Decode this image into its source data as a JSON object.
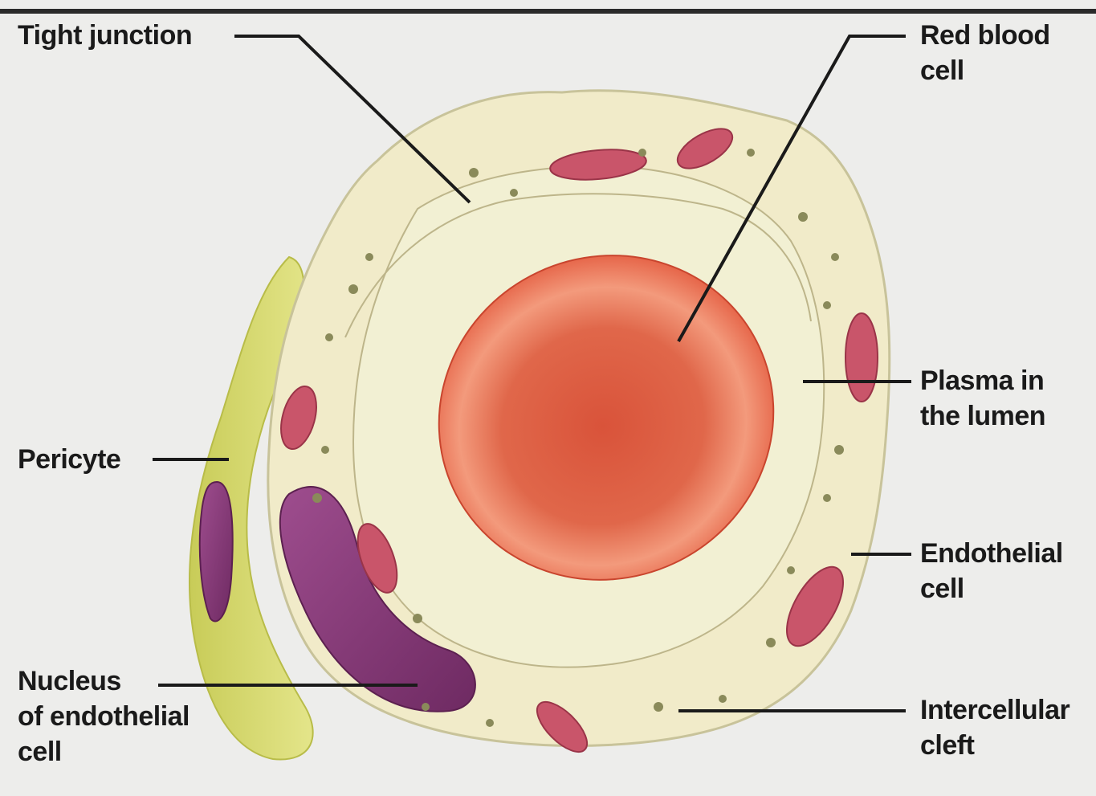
{
  "labels": {
    "tight_junction": "Tight junction",
    "red_blood_cell": [
      "Red blood",
      "cell"
    ],
    "plasma_in_lumen": [
      "Plasma in",
      "the lumen"
    ],
    "pericyte": "Pericyte",
    "endothelial_cell": [
      "Endothelial",
      "cell"
    ],
    "nucleus": [
      "Nucleus",
      "of endothelial",
      "cell"
    ],
    "intercellular_cleft": [
      "Intercellular",
      "cleft"
    ]
  },
  "colors": {
    "background": "#ededeb",
    "capillary_wall": "#f1ebc9",
    "lumen": "#f2f0d3",
    "red_blood_cell": "#d9533a",
    "nucleus": "#8a3a7a",
    "pericyte": "#d8dc6a",
    "organelle": "#c9556a",
    "leader_line": "#1a1a1a"
  }
}
